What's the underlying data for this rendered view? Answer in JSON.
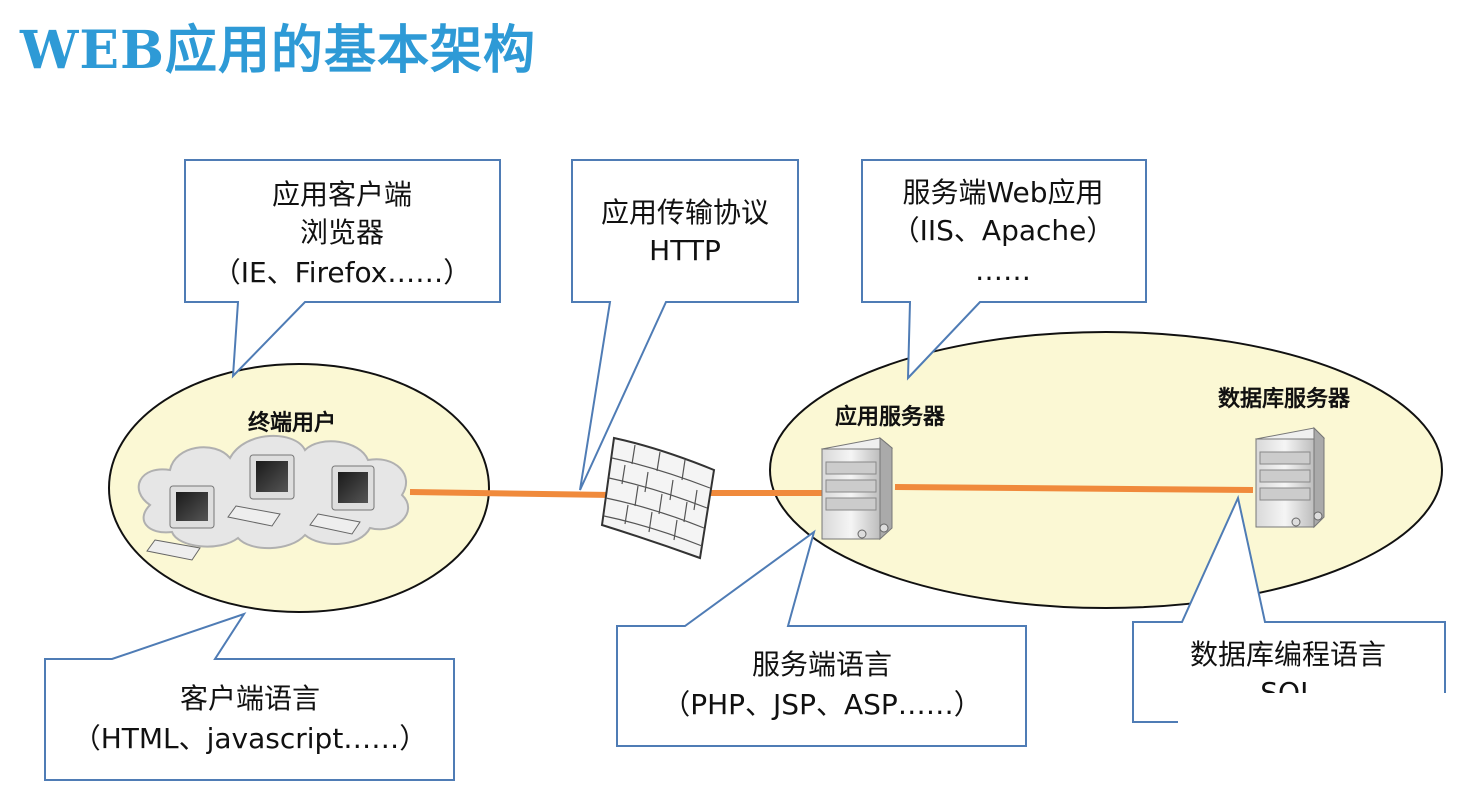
{
  "title": "WEB应用的基本架构",
  "groups": {
    "end_user": "终端用户",
    "app_server": "应用服务器",
    "db_server": "数据库服务器"
  },
  "callouts": {
    "browser": {
      "line1": "应用客户端",
      "line2": "浏览器",
      "line3": "（IE、Firefox……）"
    },
    "protocol": {
      "line1": "应用传输协议",
      "line2": "HTTP"
    },
    "server_app": {
      "line1": "服务端Web应用",
      "line2": "（IIS、Apache）",
      "line3": "……"
    },
    "client_lang": {
      "line1": "客户端语言",
      "line2": "（HTML、javascript……）"
    },
    "server_lang": {
      "line1": "服务端语言",
      "line2": "（PHP、JSP、ASP……）"
    },
    "db_lang": {
      "line1": "数据库编程语言",
      "line2": "SQL"
    }
  },
  "colors": {
    "title": "#2e9ad6",
    "callout_border": "#4f7cb5",
    "link": "#f08a3c",
    "ellipse_fill": "#fbf8d4"
  }
}
